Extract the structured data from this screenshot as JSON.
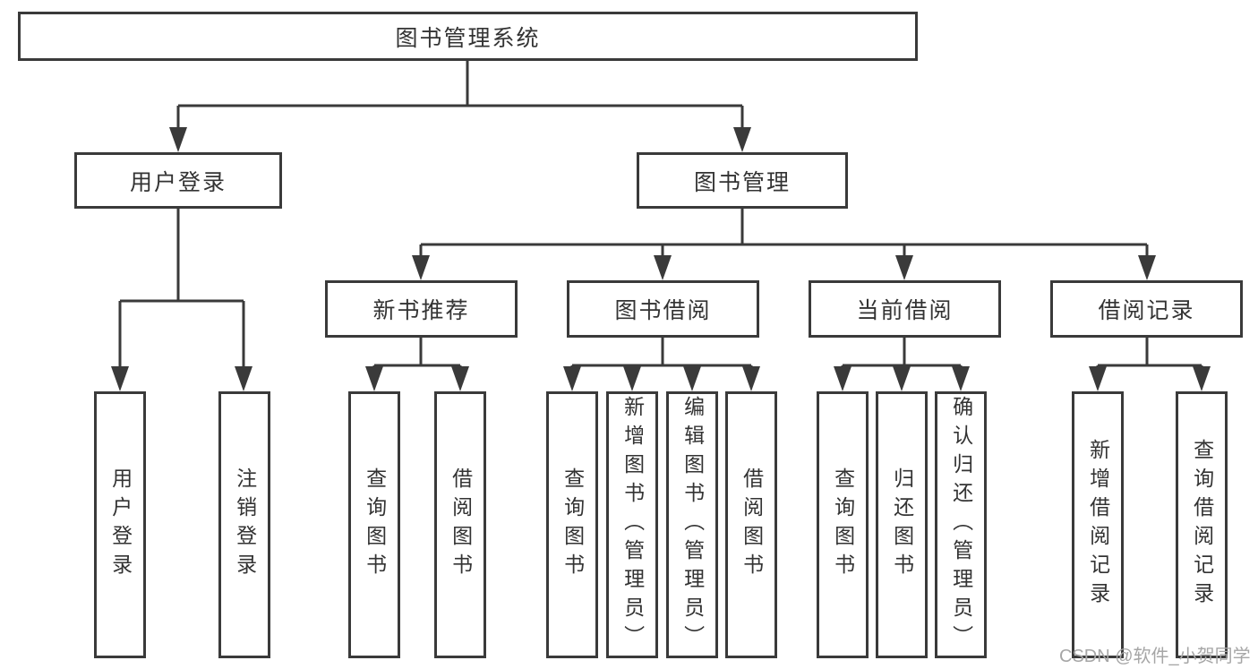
{
  "diagram": {
    "root": {
      "label": "图书管理系统"
    },
    "branches": [
      {
        "label": "用户登录",
        "leaves": [
          {
            "label": "用户登录"
          },
          {
            "label": "注销登录"
          }
        ]
      },
      {
        "label": "图书管理",
        "sections": [
          {
            "label": "新书推荐",
            "leaves": [
              {
                "label": "查询图书"
              },
              {
                "label": "借阅图书"
              }
            ]
          },
          {
            "label": "图书借阅",
            "leaves": [
              {
                "label": "查询图书"
              },
              {
                "label": "新增图书（管理员）"
              },
              {
                "label": "编辑图书（管理员）"
              },
              {
                "label": "借阅图书"
              }
            ]
          },
          {
            "label": "当前借阅",
            "leaves": [
              {
                "label": "查询图书"
              },
              {
                "label": "归还图书"
              },
              {
                "label": "确认归还（管理员）"
              }
            ]
          },
          {
            "label": "借阅记录",
            "leaves": [
              {
                "label": "新增借阅记录"
              },
              {
                "label": "查询借阅记录"
              }
            ]
          }
        ]
      }
    ]
  },
  "watermark": {
    "text": "CSDN @软件_小贺同学"
  },
  "colors": {
    "line": "#3a3a3a",
    "text": "#333333",
    "watermark": "#a6a6a6",
    "background": "#ffffff"
  }
}
